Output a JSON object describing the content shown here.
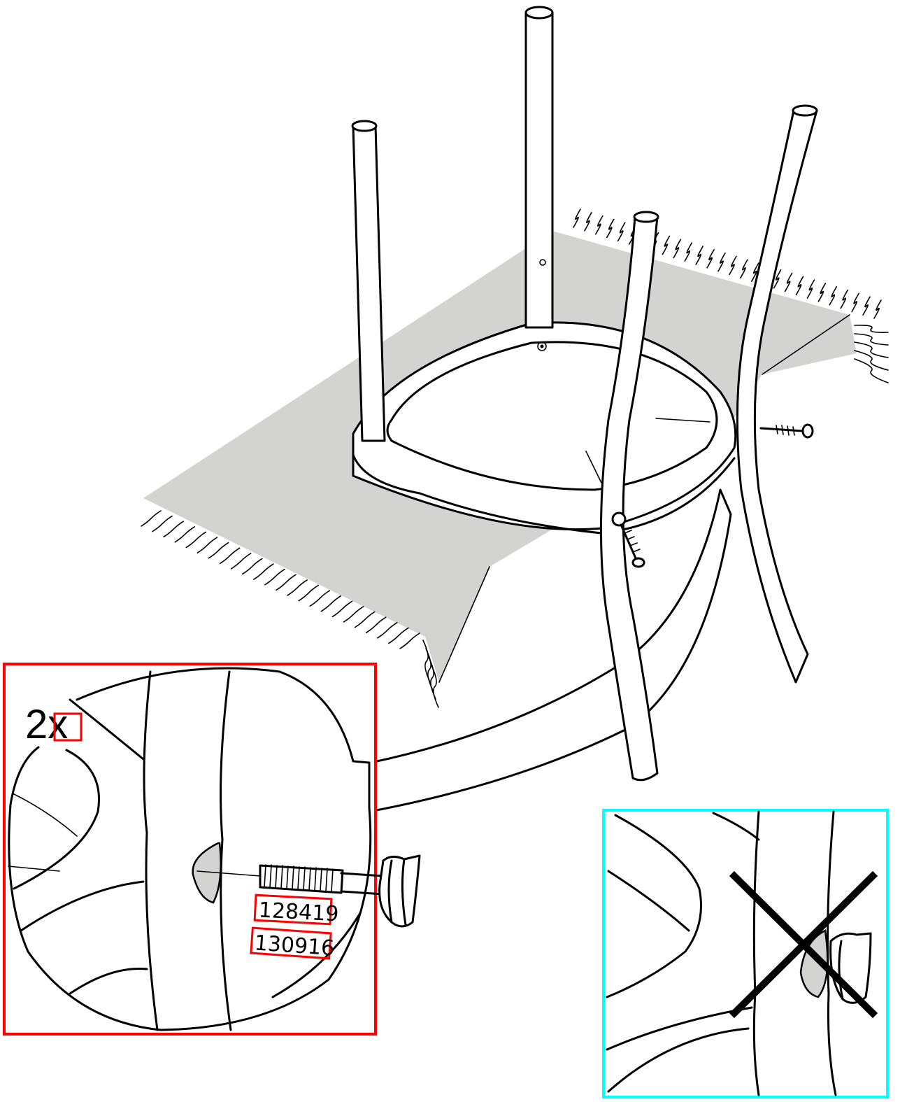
{
  "callout": {
    "quantity": "2x",
    "part_numbers": [
      "128419",
      "130916"
    ]
  },
  "colors": {
    "callout_border": "#ff0000",
    "wrong_border": "#00ffff",
    "cloth": "#d3d3d1"
  },
  "icons": {
    "wrong_mark": "cross-x-icon"
  }
}
